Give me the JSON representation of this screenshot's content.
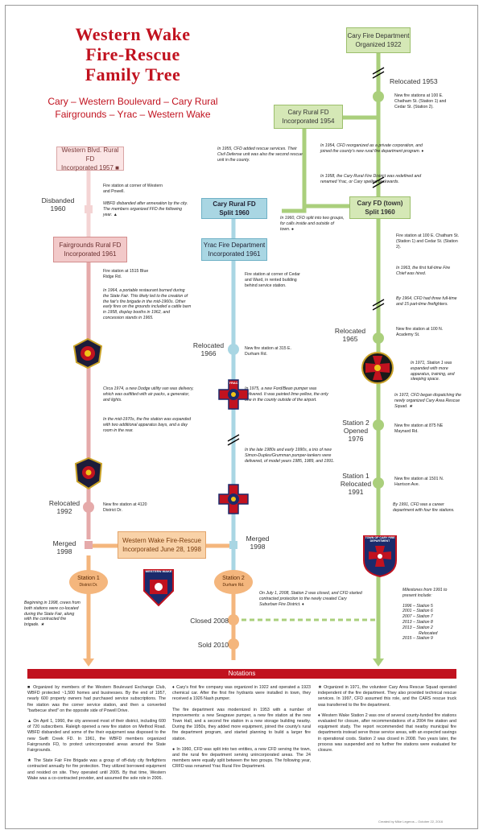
{
  "title": {
    "line1": "Western Wake",
    "line2": "Fire-Rescue",
    "line3": "Family Tree"
  },
  "subtitle": {
    "line1": "Cary – Western Boulevard – Cary Rural",
    "line2": "Fairgrounds – Yrac – Western Wake"
  },
  "colors": {
    "green": "#aacf7c",
    "blue": "#a9d6e3",
    "pink": "#e5aaaa",
    "orange": "#f4b67d",
    "red": "#c1121f"
  },
  "boxes": {
    "cary_fd": {
      "line1": "Cary Fire Department",
      "line2": "Organized 1922"
    },
    "cary_rural_1954": {
      "line1": "Cary Rural FD",
      "line2": "Incorporated 1954"
    },
    "western_blvd": {
      "line1": "Western Blvd. Rural FD",
      "line2": "Incorporated 1957 ■"
    },
    "cary_rural_split": {
      "line1": "Cary Rural FD",
      "line2": "Split 1960"
    },
    "cary_town_split": {
      "line1": "Cary FD (town)",
      "line2": "Split 1960"
    },
    "fairgrounds": {
      "line1": "Fairgrounds Rural FD",
      "line2": "Incorporated 1961"
    },
    "yrac": {
      "line1": "Yrac Fire Department",
      "line2": "Incorporated 1961"
    },
    "western_wake": {
      "line1": "Western Wake Fire-Rescue",
      "line2": "Incorporated June 28, 1998"
    },
    "station1": {
      "line1": "Station 1",
      "line2": "District Dr."
    },
    "station2": {
      "line1": "Station 2",
      "line2": "Durham Rd."
    }
  },
  "labels": {
    "relocated_1953": "Relocated 1953",
    "disbanded_1960": "Disbanded 1960",
    "relocated_1965": "Relocated 1965",
    "relocated_1966": "Relocated 1966",
    "station2_opened": "Station 2 Opened 1976",
    "station1_relocated": "Station 1 Relocated 1991",
    "relocated_1992": "Relocated 1992",
    "merged_left": "Merged 1998",
    "merged_right": "Merged 1998",
    "closed_2008": "Closed 2008",
    "sold_2010": "Sold 2010"
  },
  "notes": {
    "n_1953": "New fire stations at 100 E. Chatham St. (Station 1) and Cedar St. (Station 2).",
    "n_1954": "In 1954, CFD reorganized as a private corporation, and joined the county's new rural fire department program. ♦",
    "n_1955": "In 1955, CFD added rescue services. Their Civil Defense unit was also the second rescue unit in the county.",
    "n_1958": "In 1958, the Cary Rural Fire District was redefined and renamed Yrac, or Cary spelled backwards.",
    "n_wb_station": "Fire station at corner of Western and Powell.",
    "n_wbfd_disbanded": "WBFD disbanded after annexation by the city. The members organized FFD the following year. ▲",
    "n_split": "In 1960, CFD split into two groups, for calls inside and outside of town. ●",
    "n_cary_stations": "Fire station at 100 E. Chatham St. (Station 1) and Cedar St. (Station 2).",
    "n_fair_station": "Fire station at 1515 Blue Ridge Rd.",
    "n_yrac_station": "Fire station at corner of Cedar and Ward, in rented building behind service station.",
    "n_1963": "In 1963, the first full-time Fire Chief was hired.",
    "n_1964_cary": "By 1964, CFD had three full-time and 15 part-time firefighters.",
    "n_1964_fair": "In 1964, a portable restaurant burned during the State Fair. This likely led to the creation of the fair's fire brigade in the mid-1960s. Other early fires on the grounds included a cattle barn in 1958, display booths in 1962, and concession stands in 1965.",
    "n_1965": "New fire station at 100 N. Academy St.",
    "n_1966": "New fire station at 315 E. Durham Rd.",
    "n_1971": "In 1971, Station 1 was expanded with more apparatus, training, and sleeping space.",
    "n_1972": "In 1972, CFD began dispatching the newly organized Cary Area Rescue Squad. ★",
    "n_1974": "Circa 1974, a new Dodge utility van was delivery, which was outfitted with air packs, a generator, and lights.",
    "n_1975": "In 1975, a new Ford/Bean pumper was delivered. It was painted lime-yellow, the only one in the county outside of the airport.",
    "n_1976": "New fire station at 875 NE Maynard Rd.",
    "n_mid1970s": "In the mid-1970s, the fire station was expanded with two additional apparatus bays, and a day room in the rear.",
    "n_1980s": "In the late 1980s and early 1990s, a trio of new Simon-Duplex/Grumman pumper-tankers were delivered, of model years 1985, 1989, and 1991.",
    "n_1991": "New fire station at 1501 N. Harrison Ave.",
    "n_1991b": "By 1991, CFD was a career department with four fire stations.",
    "n_1992": "New fire station at 4120 District Dr.",
    "n_1998": "Beginning in 1998, crews from both stations were co-located during the State Fair, along with the contracted fire brigade. ★",
    "n_2008": "On July 1, 2008, Station 2 was closed, and CFD started contracted protection to the newly created Cary Suburban Fire District. ♦",
    "milestones_title": "Milestones from 1991 to present include:",
    "milestones": [
      "1996 – Station 5",
      "2001 – Station 6",
      "2007 – Station 7",
      "2013 – Station 8",
      "2013 – Station 2",
      "Relocated",
      "2015 – Station 9"
    ]
  },
  "badges": {
    "yrac_badge": "YRAC",
    "western_wake_badge": "WESTERN WAKE",
    "town_of_cary_badge": "TOWN OF CARY FIRE DEPARTMENT"
  },
  "notations": {
    "header": "Notations",
    "col1": [
      "■ Organized by members of the Western Boulevard Exchange Club, WBFD protected ~1,500 homes and businesses. By the end of 1957, nearly 600 property owners had purchased service subscriptions. The fire station was the corner service station, and then a converted \"barbecue shed\" on the opposite side of Powell Drive.",
      "▲ On April 1, 1960, the city annexed most of their district, including 600 of 720 subscribers. Raleigh opened a new fire station on Method Road. WBFD disbanded and some of the their equipment was disposed to the new Swift Creek FD. In 1961, the WBFD members organized Fairgrounds FD, to protect unincorporated areas around the State Fairgrounds.",
      "★ The State Fair Fire Brigade was a group of off-duty city firefighters contracted annually for fire protection. They utilized borrowed equipment and resided on site. They operated until 2005. By that time, Western Wake was a co-contracted provider, and assumed the sole role in 2006."
    ],
    "col2": [
      "♦ Cary's first fire company was organized in 1922 and operated a 1923 chemical car. After the first fire hydrants were installed in town, they received a 1926 Nash pumper.",
      "The fire department was modernized in 1953 with a number of improvements: a new Seagrave pumper, a new fire station at the new Town Hall, and a second fire station in a new storage building nearby. During the 1950s, they added more equipment, joined the county's rural fire department program, and started planning to build a larger fire station.",
      "● In 1960, CFD was split into two entities, a new CFD serving the town, and the rural fire department serving unincorporated areas. The 24 members were equally split between the two groups. The following year, CRFD was renamed Yrac Rural Fire Department."
    ],
    "col3": [
      "★ Organized in 1971, the volunteer Cary Area Rescue Squad operated independent of the fire department. They also provided technical rescue services. In 1997, CFD assumed this role, and the CARS rescue truck was transferred to the fire department.",
      "♦ Western Wake Station 2 was one of several county-funded fire stations evaluated for closure, after recommendations of a 2004 fire station and equipment study. The report recommended that nearby municipal fire departments instead serve those service areas, with an expected savings in operational costs. Station 2 was closed in 2008. Two years later, the process was suspended and no further fire stations were evaluated for closure."
    ]
  },
  "credit": "Created by Mike Legeros – October 22, 2016"
}
